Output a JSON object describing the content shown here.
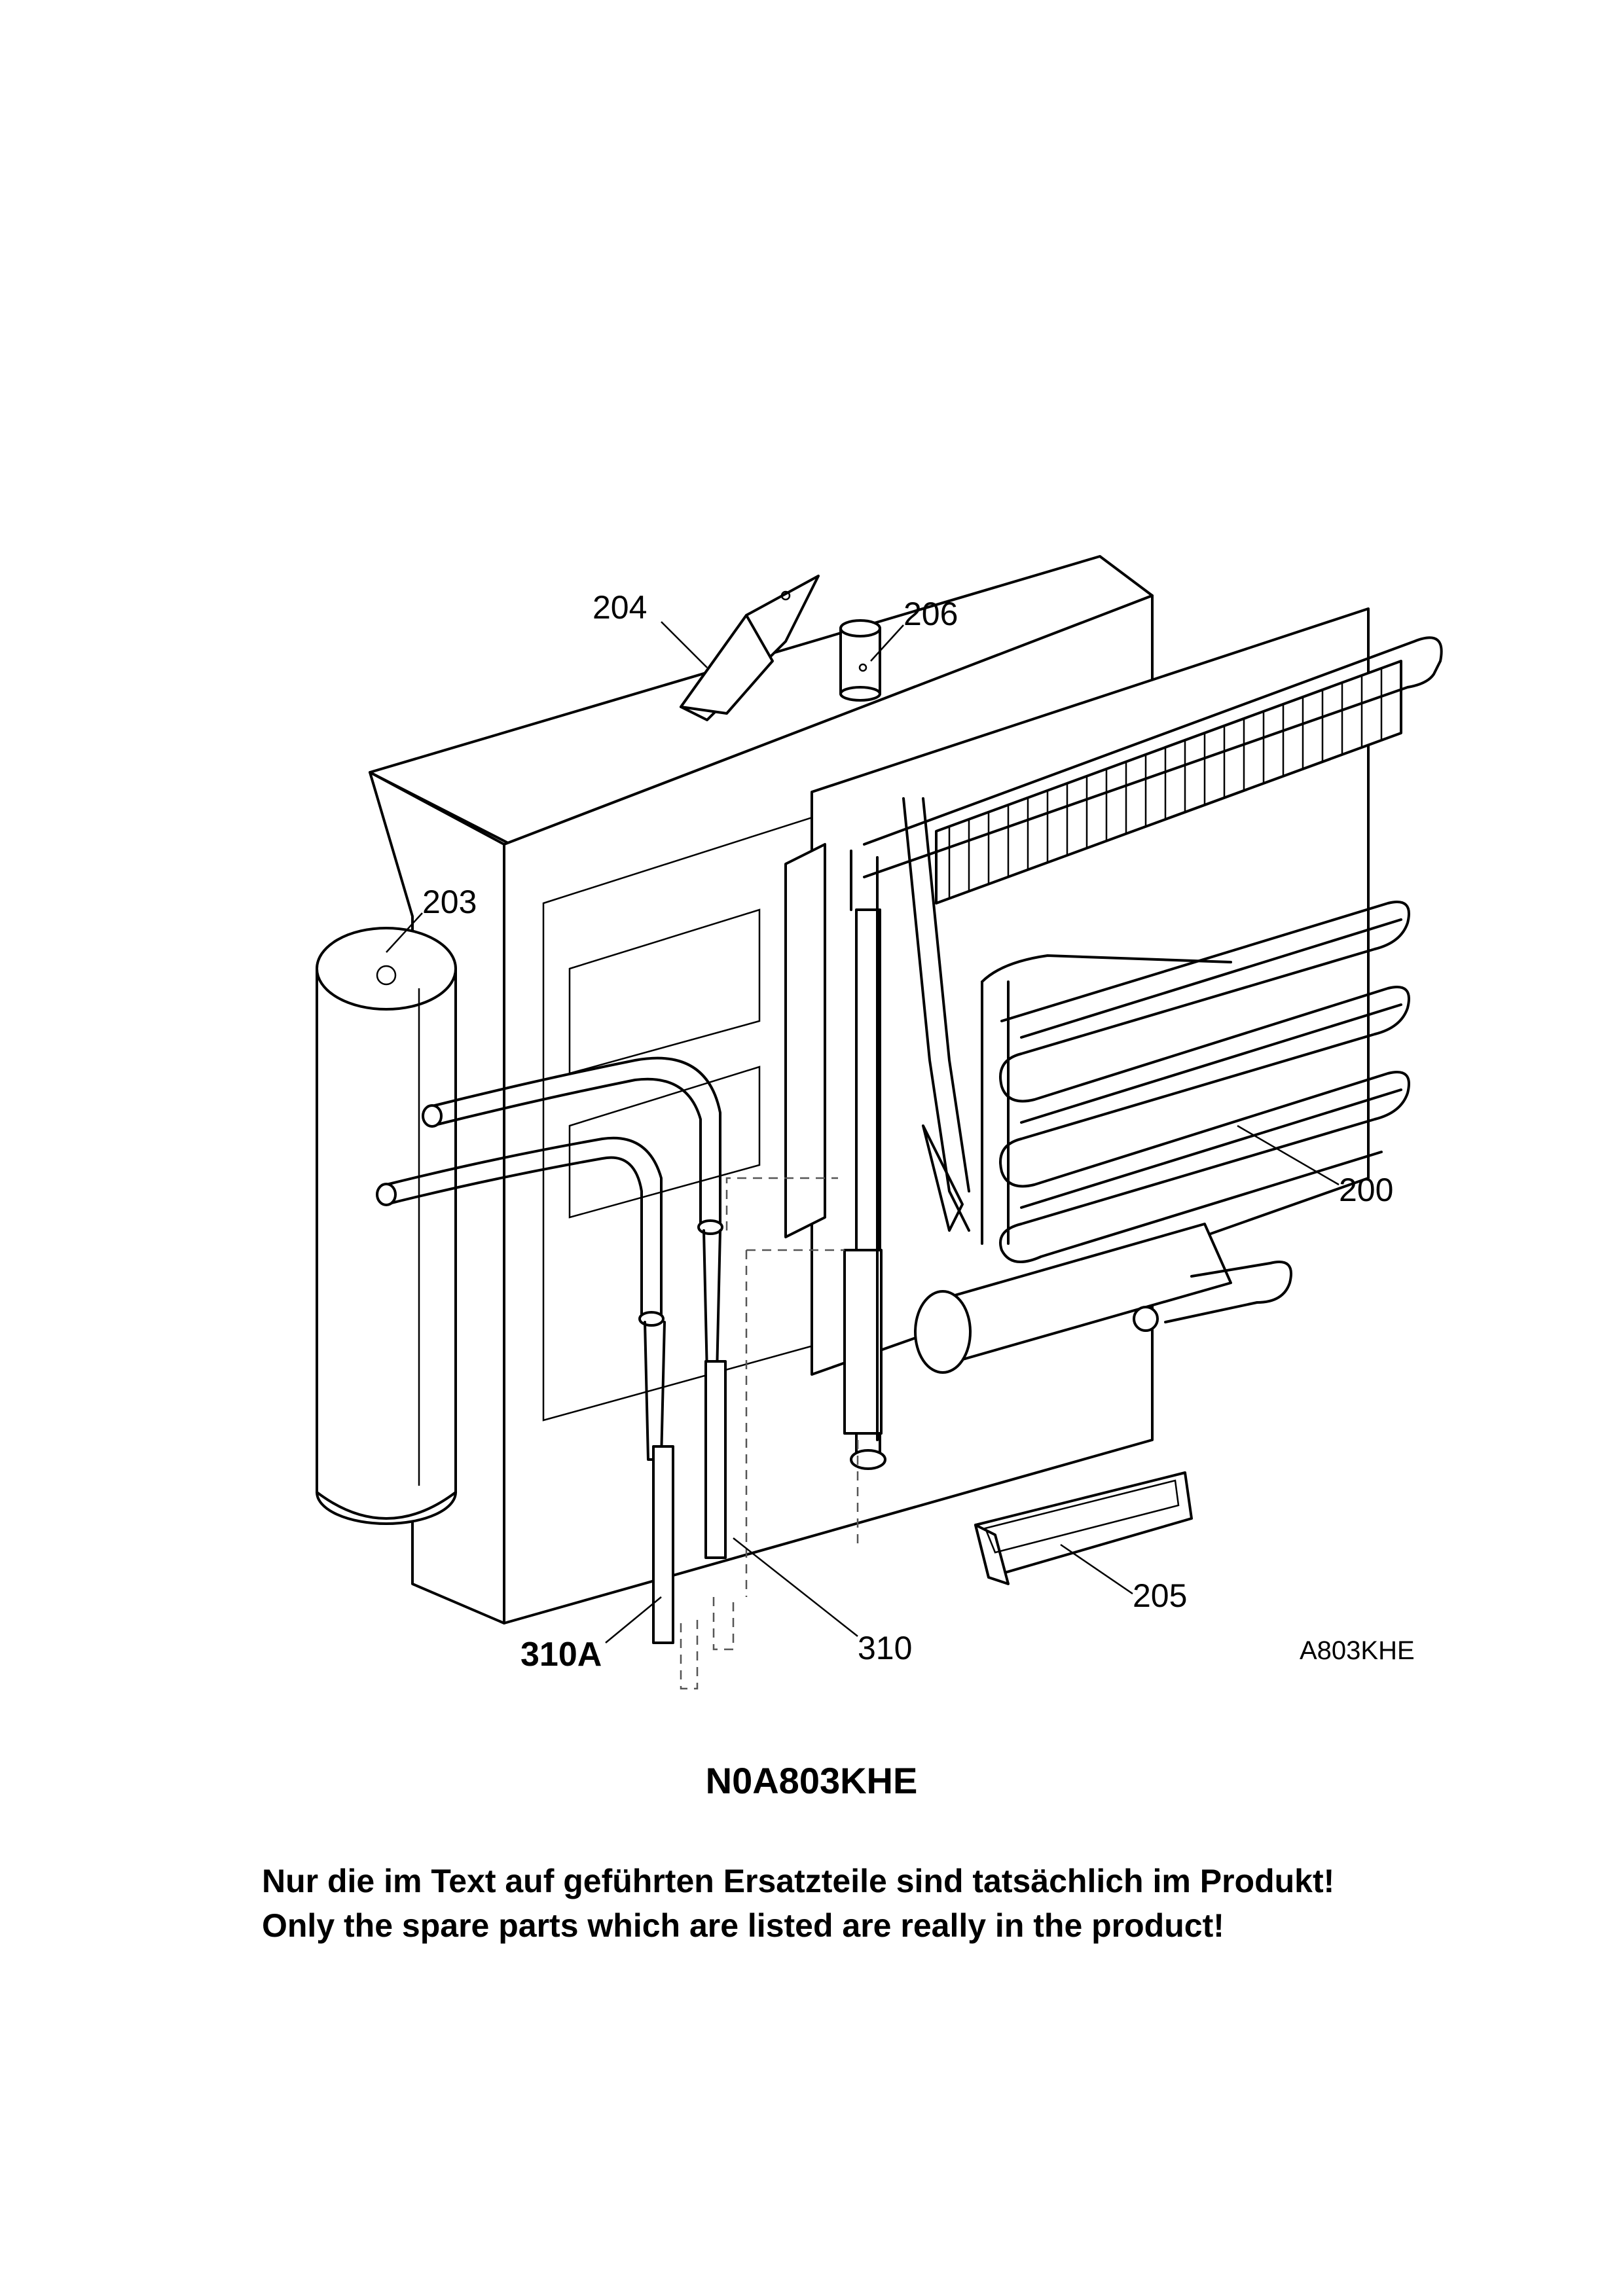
{
  "diagram": {
    "callouts": {
      "p200": "200",
      "p203": "203",
      "p204": "204",
      "p205": "205",
      "p206": "206",
      "p310": "310",
      "p310a": "310A"
    },
    "drawing_code": "A803KHE"
  },
  "title": "N0A803KHE",
  "notice": {
    "line_de": "Nur die im Text auf geführten Ersatzteile sind tatsächlich im Produkt!",
    "line_en": "Only the spare parts which are listed are really in the product!"
  }
}
